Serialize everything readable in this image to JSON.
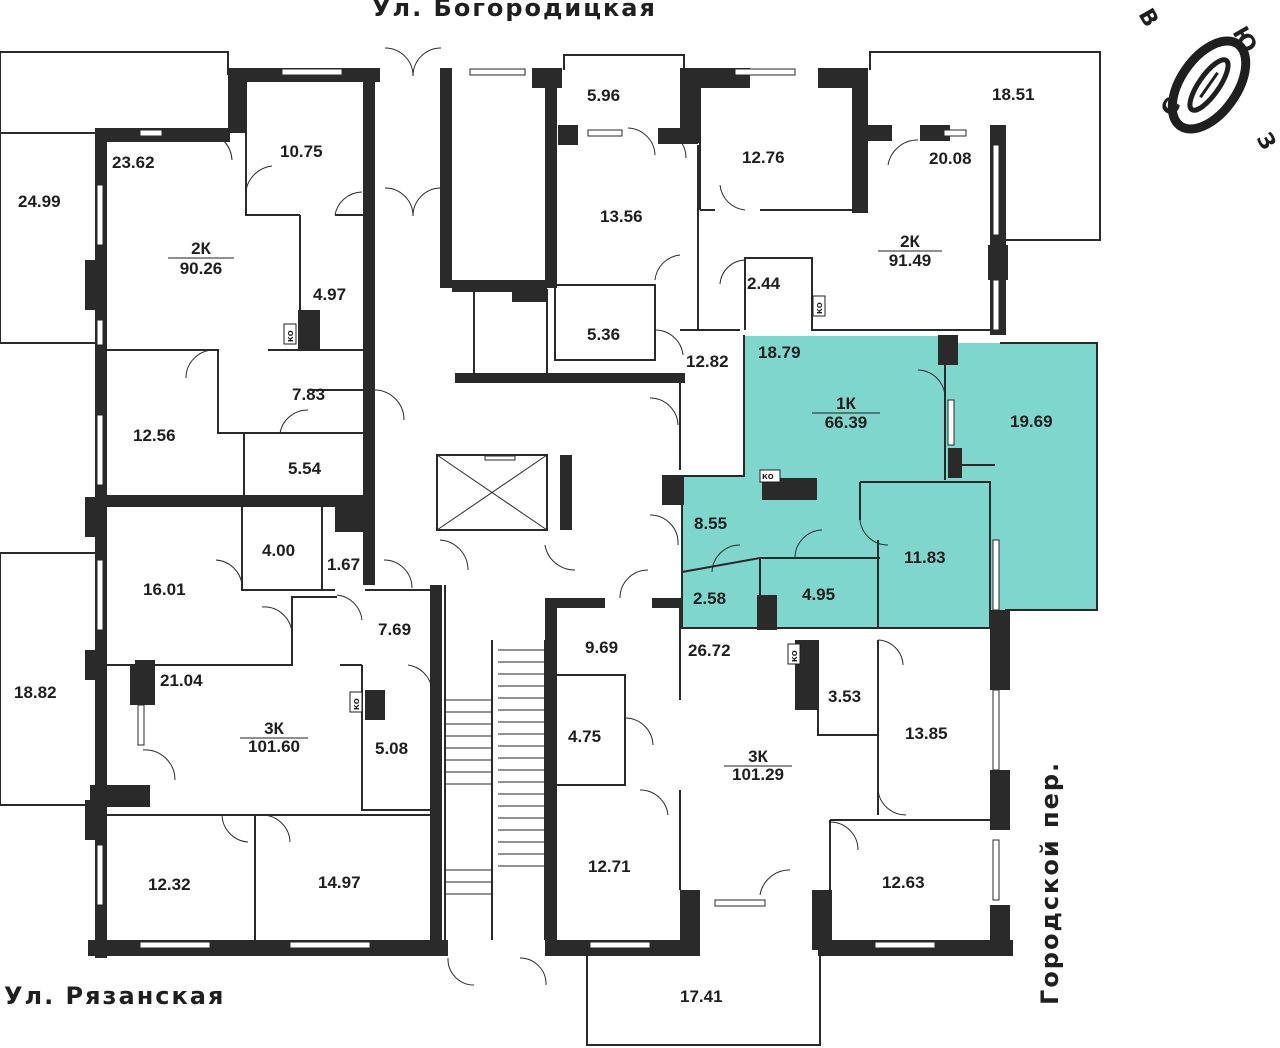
{
  "streets": {
    "north": "Ул. Богородицкая",
    "south": "Ул. Рязанская",
    "east": "Городской пер."
  },
  "compass": {
    "north": "С",
    "south": "Ю",
    "east": "В",
    "west": "З"
  },
  "highlight_color": "#7fd6cc",
  "apartments": {
    "nw": {
      "type": "2К",
      "area": "90.26"
    },
    "ne": {
      "type": "2К",
      "area": "91.49"
    },
    "sel": {
      "type": "1К",
      "area": "66.39"
    },
    "sw": {
      "type": "3К",
      "area": "101.60"
    },
    "se": {
      "type": "3К",
      "area": "101.29"
    }
  },
  "rooms": {
    "r2499": "24.99",
    "r2362": "23.62",
    "r1075": "10.75",
    "r497": "4.97",
    "r783": "7.83",
    "r1256": "12.56",
    "r554": "5.54",
    "r400": "4.00",
    "r167": "1.67",
    "r1601": "16.01",
    "r769": "7.69",
    "r2104": "21.04",
    "r1882": "18.82",
    "r508": "5.08",
    "r1232": "12.32",
    "r1497": "14.97",
    "r596": "5.96",
    "r1356": "13.56",
    "r536": "5.36",
    "r1276": "12.76",
    "r1282": "12.82",
    "r244": "2.44",
    "r1851": "18.51",
    "r2008": "20.08",
    "r1879": "18.79",
    "r1969": "19.69",
    "r855": "8.55",
    "r1183": "11.83",
    "r258": "2.58",
    "r495": "4.95",
    "r969": "9.69",
    "r2672": "26.72",
    "r475": "4.75",
    "r353": "3.53",
    "r1385": "13.85",
    "r1271": "12.71",
    "r1263": "12.63",
    "r1741": "17.41"
  },
  "ko_label": "КО"
}
